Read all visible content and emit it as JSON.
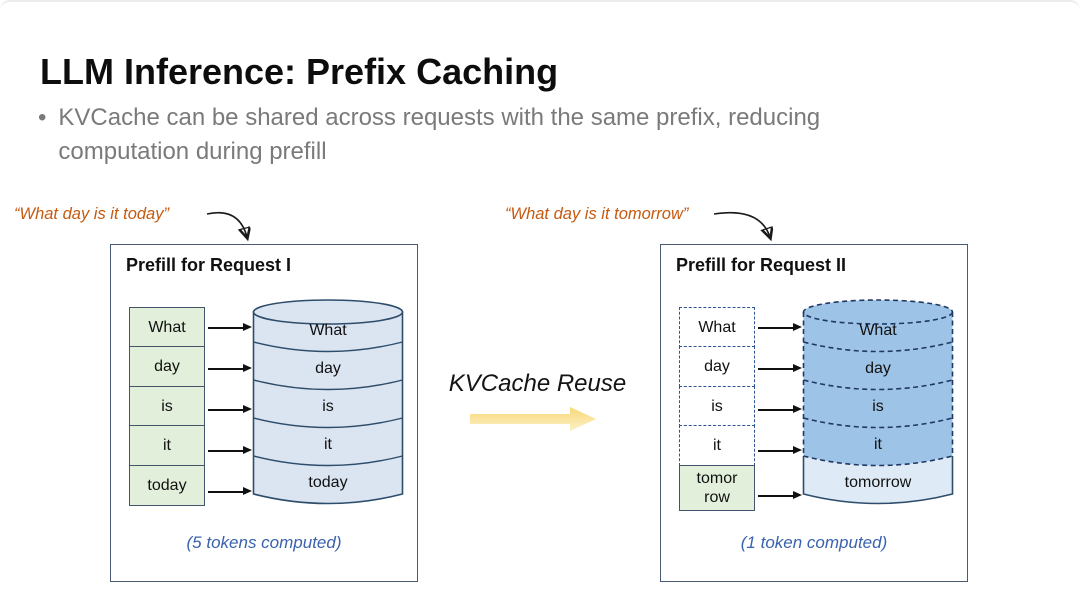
{
  "slide": {
    "title": "LLM Inference: Prefix Caching",
    "bullet": "KVCache can be shared across requests with the same prefix, reducing computation during prefill"
  },
  "middle": {
    "label": "KVCache Reuse"
  },
  "panels": [
    {
      "query": "“What day is it today”",
      "title": "Prefill for Request I",
      "tokens": [
        "What",
        "day",
        "is",
        "it",
        "today"
      ],
      "cache_labels": [
        "What",
        "day",
        "is",
        "it",
        "today"
      ],
      "caption": "(5 tokens computed)"
    },
    {
      "query": "“What day is it tomorrow”",
      "title": "Prefill for Request II",
      "tokens": [
        "What",
        "day",
        "is",
        "it",
        "tomor row"
      ],
      "cache_labels": [
        "What",
        "day",
        "is",
        "it",
        "tomorrow"
      ],
      "caption": "(1 token computed)"
    }
  ],
  "colors": {
    "query_orange": "#C55A11",
    "caption_blue": "#3A62AE",
    "token_green": "#E2EFDA",
    "cache_light_blue": "#DBE5F2",
    "cache_reused_blue": "#9DC3E6",
    "cache_new_blue": "#DEEAF6",
    "navy_border": "#1F3864",
    "panel_border": "#4A5A72",
    "reuse_arrow_gold": "#F7D978",
    "bullet_gray": "#7A7A7A"
  }
}
